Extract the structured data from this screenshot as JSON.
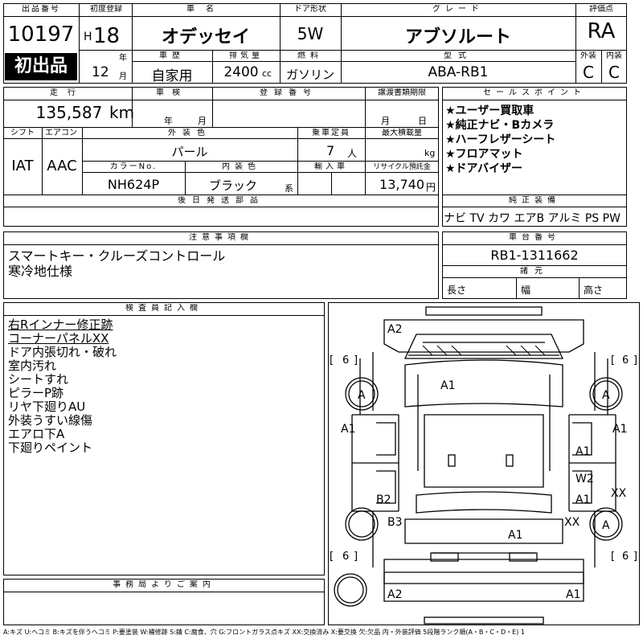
{
  "header": {
    "lot_label": "出品番号",
    "lot_number": "10197",
    "first_listing": "初出品",
    "first_reg_label": "初度登録",
    "era": "H",
    "year": "18",
    "year_unit": "年",
    "month": "12",
    "month_unit": "月",
    "name_label": "車名",
    "car_name": "オデッセイ",
    "door_label": "ドア形状",
    "door": "5W",
    "grade_label": "グレード",
    "grade": "アブソルート",
    "score_label": "評価点",
    "score": "RA",
    "history_label": "車歴",
    "history": "自家用",
    "displacement_label": "排気量",
    "displacement": "2400",
    "displacement_unit": "cc",
    "fuel_label": "燃料",
    "fuel": "ガソリン",
    "model_label": "型式",
    "model": "ABA-RB1",
    "ext_label": "外装",
    "ext_score": "C",
    "int_label": "内装",
    "int_score": "C"
  },
  "row2": {
    "mileage_label": "走行",
    "mileage": "135,587",
    "mileage_unit": "km",
    "inspection_label": "車検",
    "insp_year_unit": "年",
    "insp_month_unit": "月",
    "regno_label": "登録番号",
    "transfer_label": "譲渡書類期限",
    "transfer_month_unit": "月",
    "transfer_day_unit": "日",
    "shift_label": "シフト",
    "shift": "IAT",
    "ac_label": "エアコン",
    "ac": "AAC",
    "ext_color_label": "外装色",
    "ext_color": "パール",
    "capacity_label": "乗車定員",
    "capacity": "7",
    "capacity_unit": "人",
    "maxload_label": "最大積載量",
    "maxload_unit": "kg",
    "color_no_label": "カラーNo.",
    "color_no": "NH624P",
    "int_color_label": "内装色",
    "int_color": "ブラック",
    "int_color_unit": "系",
    "import_label": "輸入車",
    "recycle_label": "リサイクル預託金",
    "recycle": "13,740",
    "recycle_unit": "円",
    "later_parts_label": "後日発送部品"
  },
  "sales": {
    "label": "セールスポイント",
    "items": [
      "★ユーザー買取車",
      "★純正ナビ・Bカメラ",
      "★ハーフレザーシート",
      "★フロアマット",
      "★ドアバイザー"
    ],
    "equip_label": "純正装備",
    "equipment": "ナビ TV カワ エアB アルミ PS PW"
  },
  "notes": {
    "label": "注意事項欄",
    "lines": [
      "スマートキー・クルーズコントロール",
      "寒冷地仕様"
    ]
  },
  "chassis": {
    "label": "車台番号",
    "number": "RB1-1311662",
    "dims_label": "諸元",
    "length_label": "長さ",
    "width_label": "幅",
    "height_label": "高さ"
  },
  "inspector": {
    "label": "検査員記入欄",
    "lines": [
      "右Rインナー修正跡",
      "コーナーパネルXX",
      "ドア内張切れ・破れ",
      "室内汚れ",
      "シートすれ",
      "ピラーP跡",
      "リヤ下廻りAU",
      "外装うすい線傷",
      "エアロ下A",
      "下廻りペイント"
    ]
  },
  "office": {
    "label": "事務局よりご案内"
  },
  "diagram": {
    "marks": {
      "front_bumper": "A2",
      "rear_bumper_left": "A2",
      "rear_bumper_right": "A1",
      "hood": "A1",
      "front_left_tire": "A",
      "front_right_tire": "A",
      "left_front_fender": "A1",
      "right_front_fender": "A1",
      "right_front_door": "A1",
      "right_rear_door_w": "W2",
      "right_rear_door": "A1",
      "right_corner": "XX",
      "left_rear_door": "B2",
      "left_rear_quarter": "B3",
      "right_rear_quarter": "XX",
      "roof_rear": "A1",
      "rear_left_tire": "",
      "rear_right_tire": "A"
    },
    "tire_depth": {
      "fl": "6",
      "fr": "6",
      "rl": "6",
      "rr": "6"
    }
  },
  "legend": "A:キズ U:ヘコミ B:キズを伴うヘコミ P:要塗装 W:補修跡 S:錆 C:腐食、穴 G:フロントガラス点キズ XX:交換済み X:要交換 欠:欠品 内・外装評価 5段階ランク順(A・B・C・D・E) 1"
}
